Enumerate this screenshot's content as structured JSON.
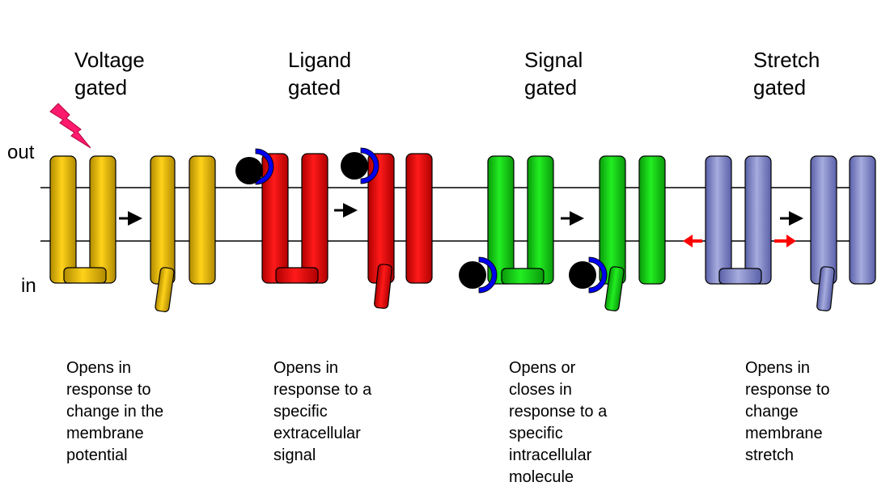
{
  "labels": {
    "out": "out",
    "in": "in"
  },
  "panels": [
    {
      "id": "voltage",
      "title_line1": "Voltage",
      "title_line2": "gated",
      "desc": [
        "Opens in",
        "response to",
        "change in the",
        "membrane",
        "potential"
      ],
      "color": "#f2c200"
    },
    {
      "id": "ligand",
      "title_line1": "Ligand",
      "title_line2": "gated",
      "desc": [
        "Opens in",
        "response to a",
        "specific",
        "extracellular",
        "signal"
      ],
      "color": "#ee0000"
    },
    {
      "id": "signal",
      "title_line1": "Signal",
      "title_line2": "gated",
      "desc": [
        "Opens or",
        "closes in",
        "response to a",
        "specific",
        "intracellular",
        "molecule"
      ],
      "color": "#11dd11"
    },
    {
      "id": "stretch",
      "title_line1": "Stretch",
      "title_line2": "gated",
      "desc": [
        "Opens in",
        "response to",
        "change",
        "membrane",
        "stretch"
      ],
      "color": "#8088c8"
    }
  ],
  "colors": {
    "membrane_line": "#000000",
    "ligand_cup": "#0000ee",
    "ligand_ball": "#000000",
    "lightning": "#ff1a6e",
    "stretch_arrow": "#ff0000",
    "step_arrow": "#000000"
  }
}
